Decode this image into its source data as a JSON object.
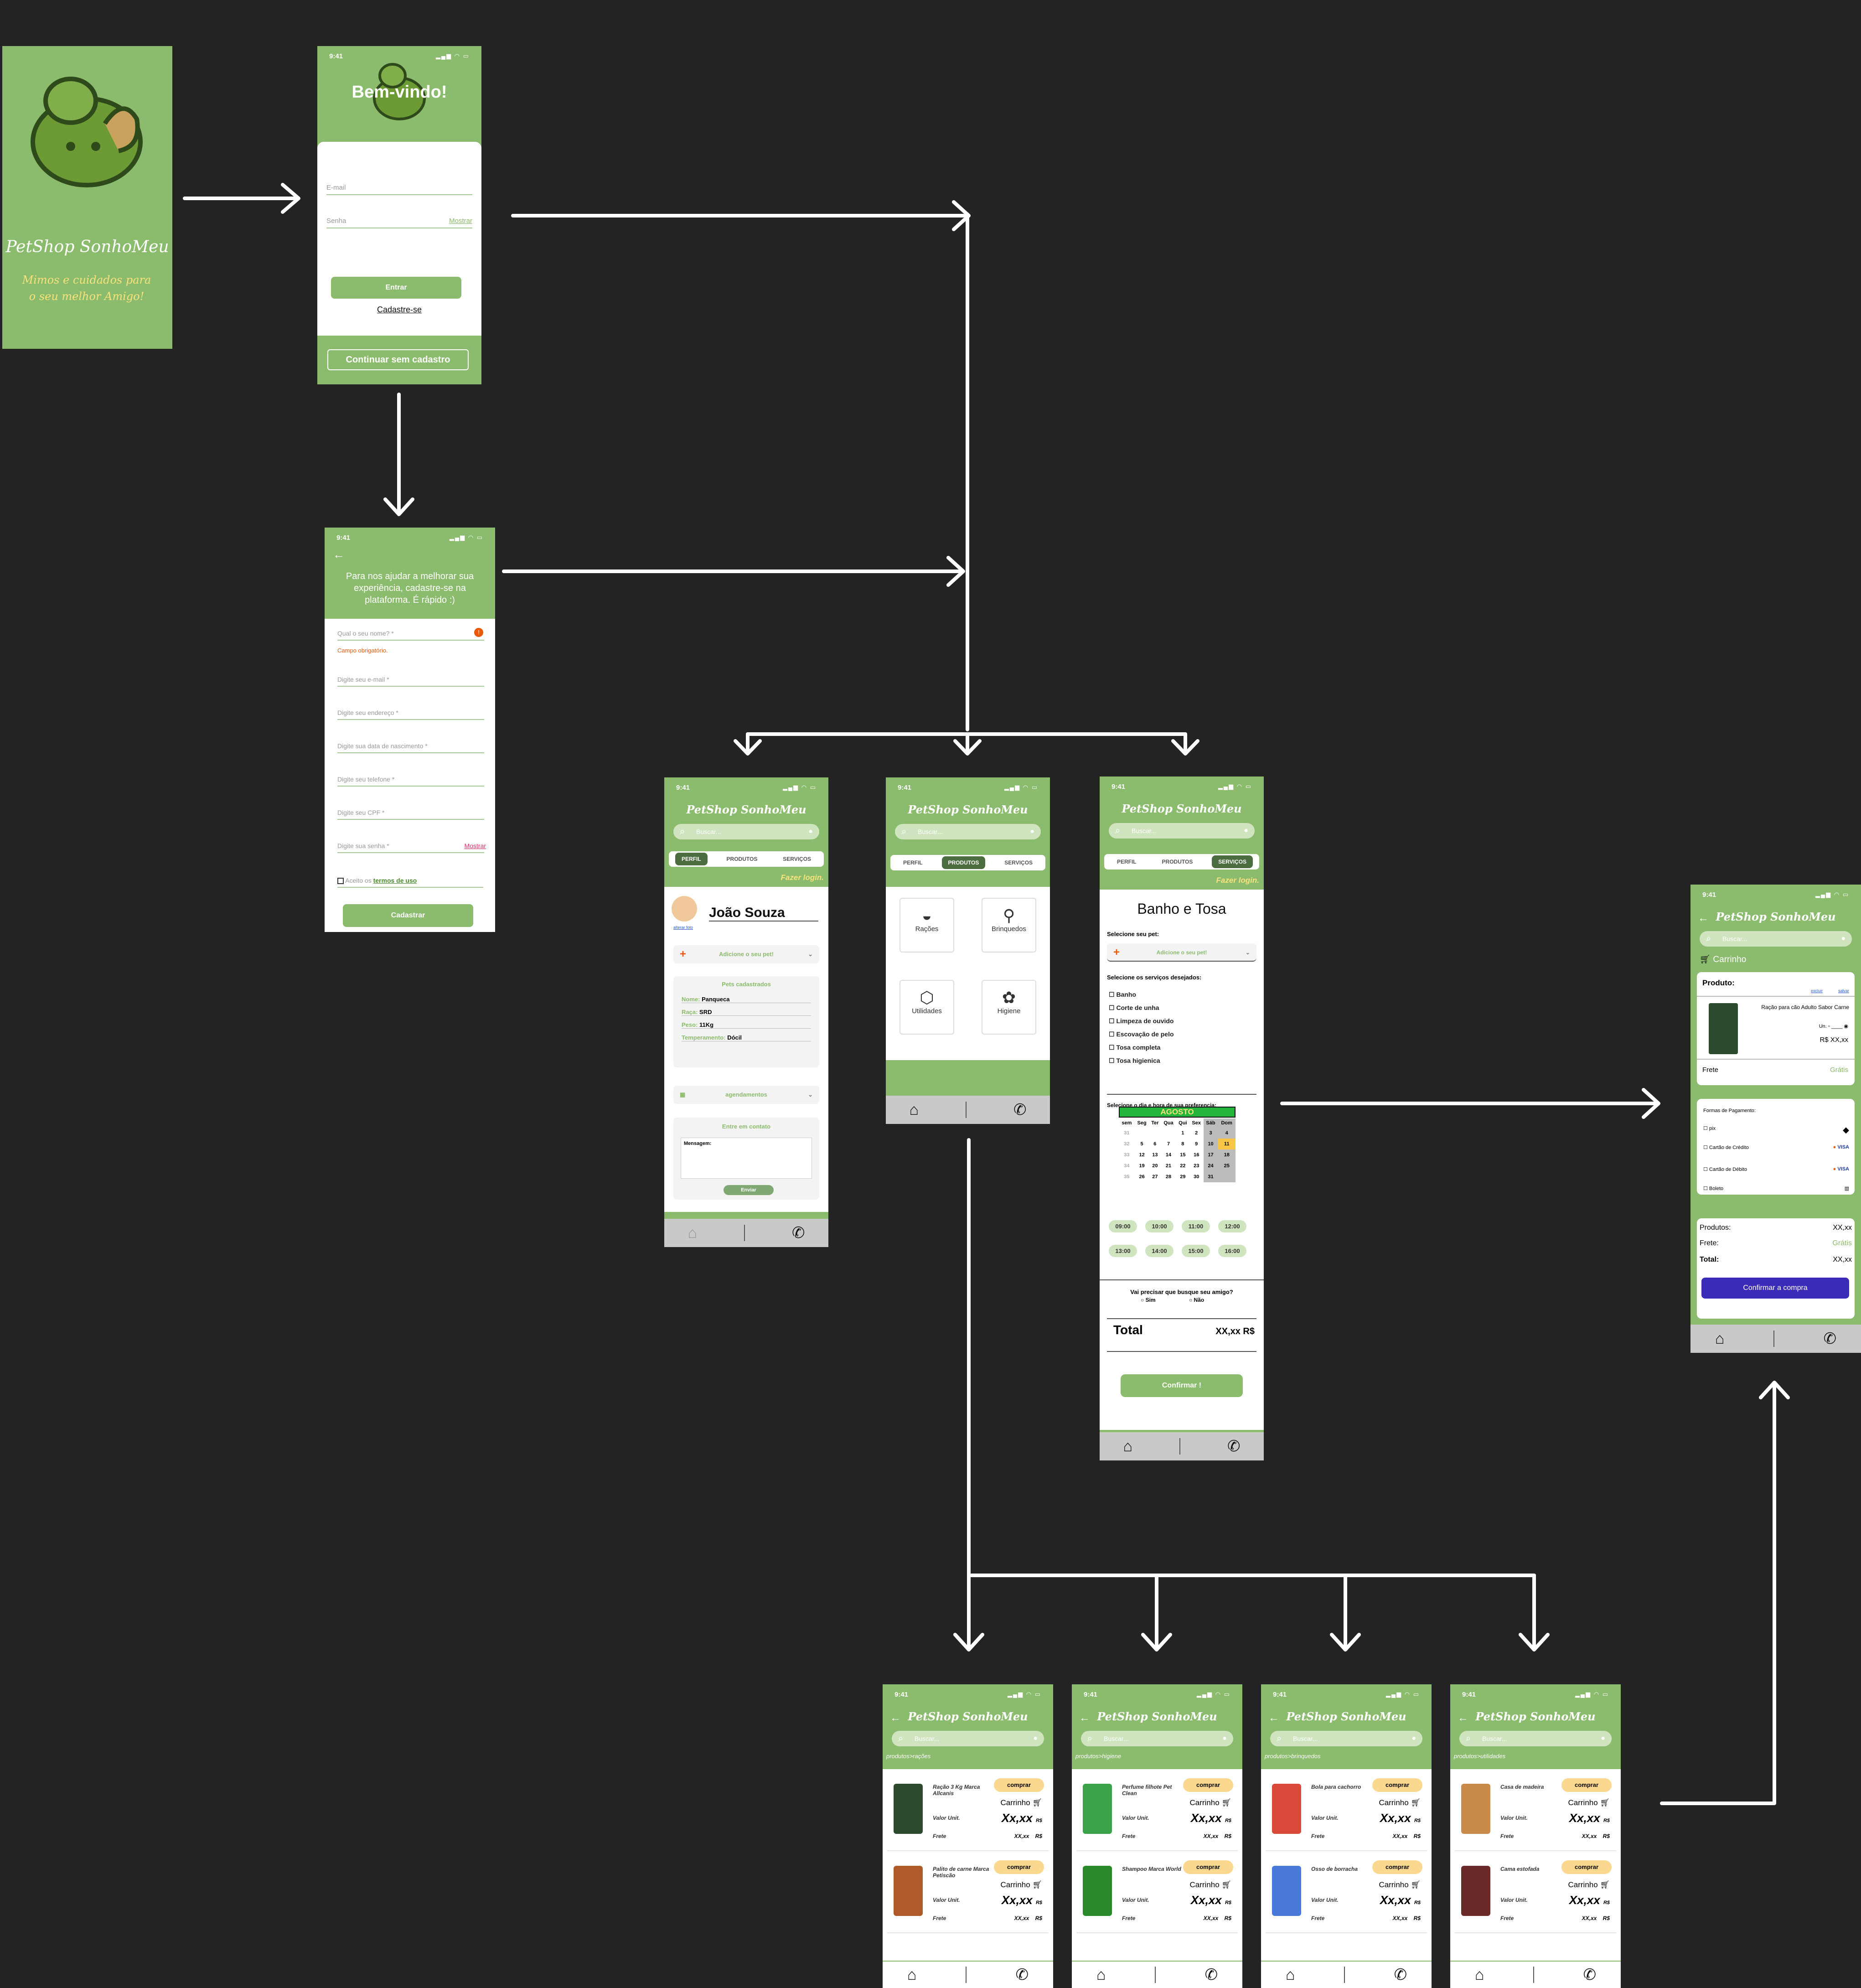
{
  "splash": {
    "title": "PetShop SonhoMeu",
    "tagline": "Mimos e cuidados para o seu melhor Amigo!"
  },
  "status_time": "9:41",
  "login": {
    "title": "Bem-vindo!",
    "email_placeholder": "E-mail",
    "password_placeholder": "Senha",
    "show_label": "Mostrar",
    "enter_button": "Entrar",
    "signup_link": "Cadastre-se",
    "continue_button": "Continuar sem cadastro"
  },
  "signup": {
    "intro": "Para nos ajudar a melhorar sua experiência, cadastre-se na plataforma. É rápido :)",
    "fields": [
      "Qual o seu nome? *",
      "Digite seu e-mail *",
      "Digite seu endereço *",
      "Digite sua data de nascimento *",
      "Digite seu telefone *",
      "Digite seu CPF *",
      "Digite sua senha *"
    ],
    "required_error": "Campo obrigatório.",
    "show_label": "Mostrar",
    "terms_prefix": "Aceito os",
    "terms_link": "termos de uso",
    "submit_button": "Cadastrar"
  },
  "app": {
    "brand": "PetShop SonhoMeu",
    "search_placeholder": "Buscar...",
    "tabs": [
      "PERFIL",
      "PRODUTOS",
      "SERVIÇOS"
    ],
    "login_hint": "Fazer login."
  },
  "profile": {
    "name": "João Souza",
    "change_photo": "alterar foto",
    "add_pet": "Adicione o seu pet!",
    "pets_header": "Pets cadastrados",
    "pet": [
      {
        "label": "Nome:",
        "value": "Panqueca"
      },
      {
        "label": "Raça:",
        "value": "SRD"
      },
      {
        "label": "Peso:",
        "value": "11Kg"
      },
      {
        "label": "Temperamento:",
        "value": "Dócil"
      }
    ],
    "schedules": "agendamentos",
    "contact": "Entre em contato",
    "message_label": "Mensagem:",
    "send_button": "Enviar"
  },
  "products": {
    "categories": [
      {
        "label": "Rações",
        "icon": "food-bowl-icon"
      },
      {
        "label": "Brinquedos",
        "icon": "toy-icon"
      },
      {
        "label": "Utilidades",
        "icon": "box-icon"
      },
      {
        "label": "Higiene",
        "icon": "soap-icon"
      }
    ]
  },
  "services": {
    "title": "Banho e Tosa",
    "select_pet": "Selecione seu pet:",
    "add_pet": "Adicione o seu pet!",
    "select_services": "Selecione os serviços desejados:",
    "options": [
      "Banho",
      "Corte de unha",
      "Limpeza de ouvido",
      "Escovação de pelo",
      "Tosa completa",
      "Tosa higienica"
    ],
    "select_datetime": "Selecione o dia e hora de sua preferencia:",
    "month": "AGOSTO",
    "week_header": [
      "sem",
      "Seg",
      "Ter",
      "Qua",
      "Qui",
      "Sex",
      "Sáb",
      "Dom"
    ],
    "weeks": [
      [
        "31",
        "",
        "",
        "",
        "1",
        "2",
        "3",
        "4"
      ],
      [
        "32",
        "5",
        "6",
        "7",
        "8",
        "9",
        "10",
        "11"
      ],
      [
        "33",
        "12",
        "13",
        "14",
        "15",
        "16",
        "17",
        "18"
      ],
      [
        "34",
        "19",
        "20",
        "21",
        "22",
        "23",
        "24",
        "25"
      ],
      [
        "35",
        "26",
        "27",
        "28",
        "29",
        "30",
        "31",
        ""
      ]
    ],
    "times": [
      "09:00",
      "10:00",
      "11:00",
      "12:00",
      "13:00",
      "14:00",
      "15:00",
      "16:00"
    ],
    "pickup_question": "Vai precisar que busque seu amigo?",
    "pickup_yes": "Sim",
    "pickup_no": "Não",
    "total_label": "Total",
    "total_value": "XX,xx R$",
    "confirm_button": "Confirmar !"
  },
  "cart": {
    "title": "Carrinho",
    "product_label": "Produto:",
    "edit": "excluir",
    "save": "salvar",
    "product_name": "Ração para cão Adulto Sabor Carne",
    "unit_label": "Un.",
    "price": "R$ XX,xx",
    "shipping_label": "Frete",
    "shipping_value": "Grátis",
    "payment_title": "Formas de Pagamento:",
    "payment_methods": [
      "pix",
      "Cartão de Crédito",
      "Cartão de Débito",
      "Boleto"
    ],
    "summary": [
      {
        "label": "Produtos:",
        "value": "XX,xx"
      },
      {
        "label": "Frete:",
        "value": "Grátis"
      },
      {
        "label": "Total:",
        "value": "XX,xx"
      }
    ],
    "confirm_button": "Confirmar a compra"
  },
  "listing_common": {
    "buy": "comprar",
    "cart": "Carrinho",
    "unit_value": "Valor Unit.",
    "shipping": "Frete",
    "price": "Xx,xx",
    "currency": "R$",
    "small_price": "XX,xx"
  },
  "listings": [
    {
      "breadcrumb": "produtos>rações",
      "items": [
        "Ração 3 Kg Marca Allcanis",
        "Palito de carne Marca Petiscão"
      ]
    },
    {
      "breadcrumb": "produtos>higiene",
      "items": [
        "Perfume filhote Pet Clean",
        "Shampoo Marca World"
      ]
    },
    {
      "breadcrumb": "produtos>brinquedos",
      "items": [
        "Bola para cachorro",
        "Osso de borracha"
      ]
    },
    {
      "breadcrumb": "produtos>utilidades",
      "items": [
        "Casa de madeira",
        "Cama estofada"
      ]
    }
  ],
  "colors": {
    "background": "#232323",
    "brand_green": "#8bbb6c",
    "dark_green": "#4b6d3f",
    "buy_yellow": "#fbd88f",
    "confirm_purple": "#3a2bb8",
    "error_orange": "#e8590c"
  }
}
